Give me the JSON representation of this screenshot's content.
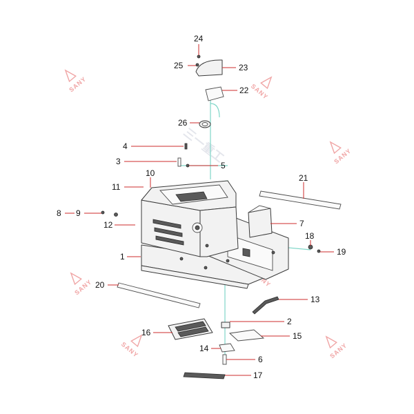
{
  "watermarks": {
    "brand": "SANY",
    "center_text": "三一重工"
  },
  "colors": {
    "leader": "#cc2b2b",
    "hose": "#7fd6c8",
    "watermark": "#f0a5a5"
  },
  "callouts": [
    {
      "num": "1"
    },
    {
      "num": "2"
    },
    {
      "num": "3"
    },
    {
      "num": "4"
    },
    {
      "num": "5"
    },
    {
      "num": "6"
    },
    {
      "num": "7"
    },
    {
      "num": "8"
    },
    {
      "num": "9"
    },
    {
      "num": "10"
    },
    {
      "num": "11"
    },
    {
      "num": "12"
    },
    {
      "num": "13"
    },
    {
      "num": "14"
    },
    {
      "num": "15"
    },
    {
      "num": "16"
    },
    {
      "num": "17"
    },
    {
      "num": "18"
    },
    {
      "num": "19"
    },
    {
      "num": "20"
    },
    {
      "num": "21"
    },
    {
      "num": "22"
    },
    {
      "num": "23"
    },
    {
      "num": "24"
    },
    {
      "num": "25"
    },
    {
      "num": "26"
    }
  ]
}
